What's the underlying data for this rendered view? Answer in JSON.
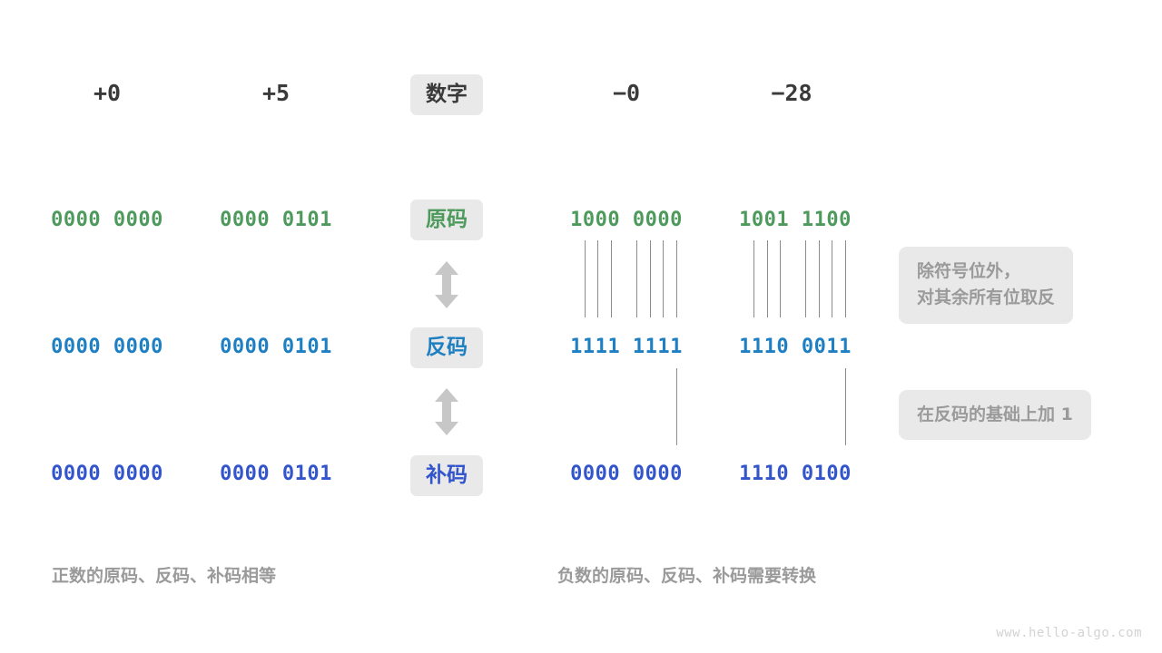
{
  "watermark": "www.hello-algo.com",
  "colors": {
    "green": "#4d9a5c",
    "blue": "#1e7fc2",
    "navy": "#3355cc",
    "badge_bg": "#e9e9e9",
    "muted": "#9a9a9a",
    "tick": "#8c8c8c",
    "arrow": "#c7c7c7"
  },
  "header": {
    "positive": [
      {
        "label": "+0"
      },
      {
        "label": "+5"
      }
    ],
    "center_badge": "数字",
    "negative": [
      {
        "label": "−0"
      },
      {
        "label": "−28"
      }
    ]
  },
  "rows": [
    {
      "badge": "原码",
      "badge_color": "green",
      "positive": [
        "0000 0000",
        "0000 0101"
      ],
      "negative": [
        "1000 0000",
        "1001 1100"
      ]
    },
    {
      "badge": "反码",
      "badge_color": "blue",
      "positive": [
        "0000 0000",
        "0000 0101"
      ],
      "negative": [
        "1111 1111",
        "1110 0011"
      ]
    },
    {
      "badge": "补码",
      "badge_color": "navy",
      "positive": [
        "0000 0000",
        "0000 0101"
      ],
      "negative": [
        "0000 0000",
        "1110 0100"
      ]
    }
  ],
  "notes": [
    {
      "lines": [
        "除符号位外，",
        "对其余所有位取反"
      ]
    },
    {
      "lines": [
        "在反码的基础上加 1"
      ]
    }
  ],
  "captions": {
    "left": "正数的原码、反码、补码相等",
    "right": "负数的原码、反码、补码需要转换"
  }
}
